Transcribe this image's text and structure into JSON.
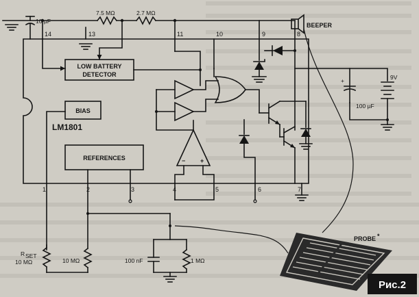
{
  "labels": {
    "cap_10uf": "10 µF",
    "r_7m5": "7.5 MΩ",
    "r_2m7": "2.7 MΩ",
    "beeper": "BEEPER",
    "low_battery_1": "LOW BATTERY",
    "low_battery_2": "DETECTOR",
    "bias": "BIAS",
    "chip_name": "LM1801",
    "references": "REFERENCES",
    "battery": "9V",
    "cap_100uf": "100 µF",
    "rset_r": "R",
    "rset_sub": "SET",
    "rset_val": "10 MΩ",
    "r_10m": "10 MΩ",
    "cap_100nf": "100 nF",
    "r_1m": "1 MΩ",
    "probe": "PROBE",
    "probe_star": "*",
    "figure": "Рис.2",
    "plus": "+",
    "minus": "−"
  },
  "pins": {
    "p1": "1",
    "p2": "2",
    "p3": "3",
    "p4": "4",
    "p5": "5",
    "p6": "6",
    "p7": "7",
    "p8": "8",
    "p9": "9",
    "p10": "10",
    "p11": "11",
    "p13": "13",
    "p14": "14"
  }
}
